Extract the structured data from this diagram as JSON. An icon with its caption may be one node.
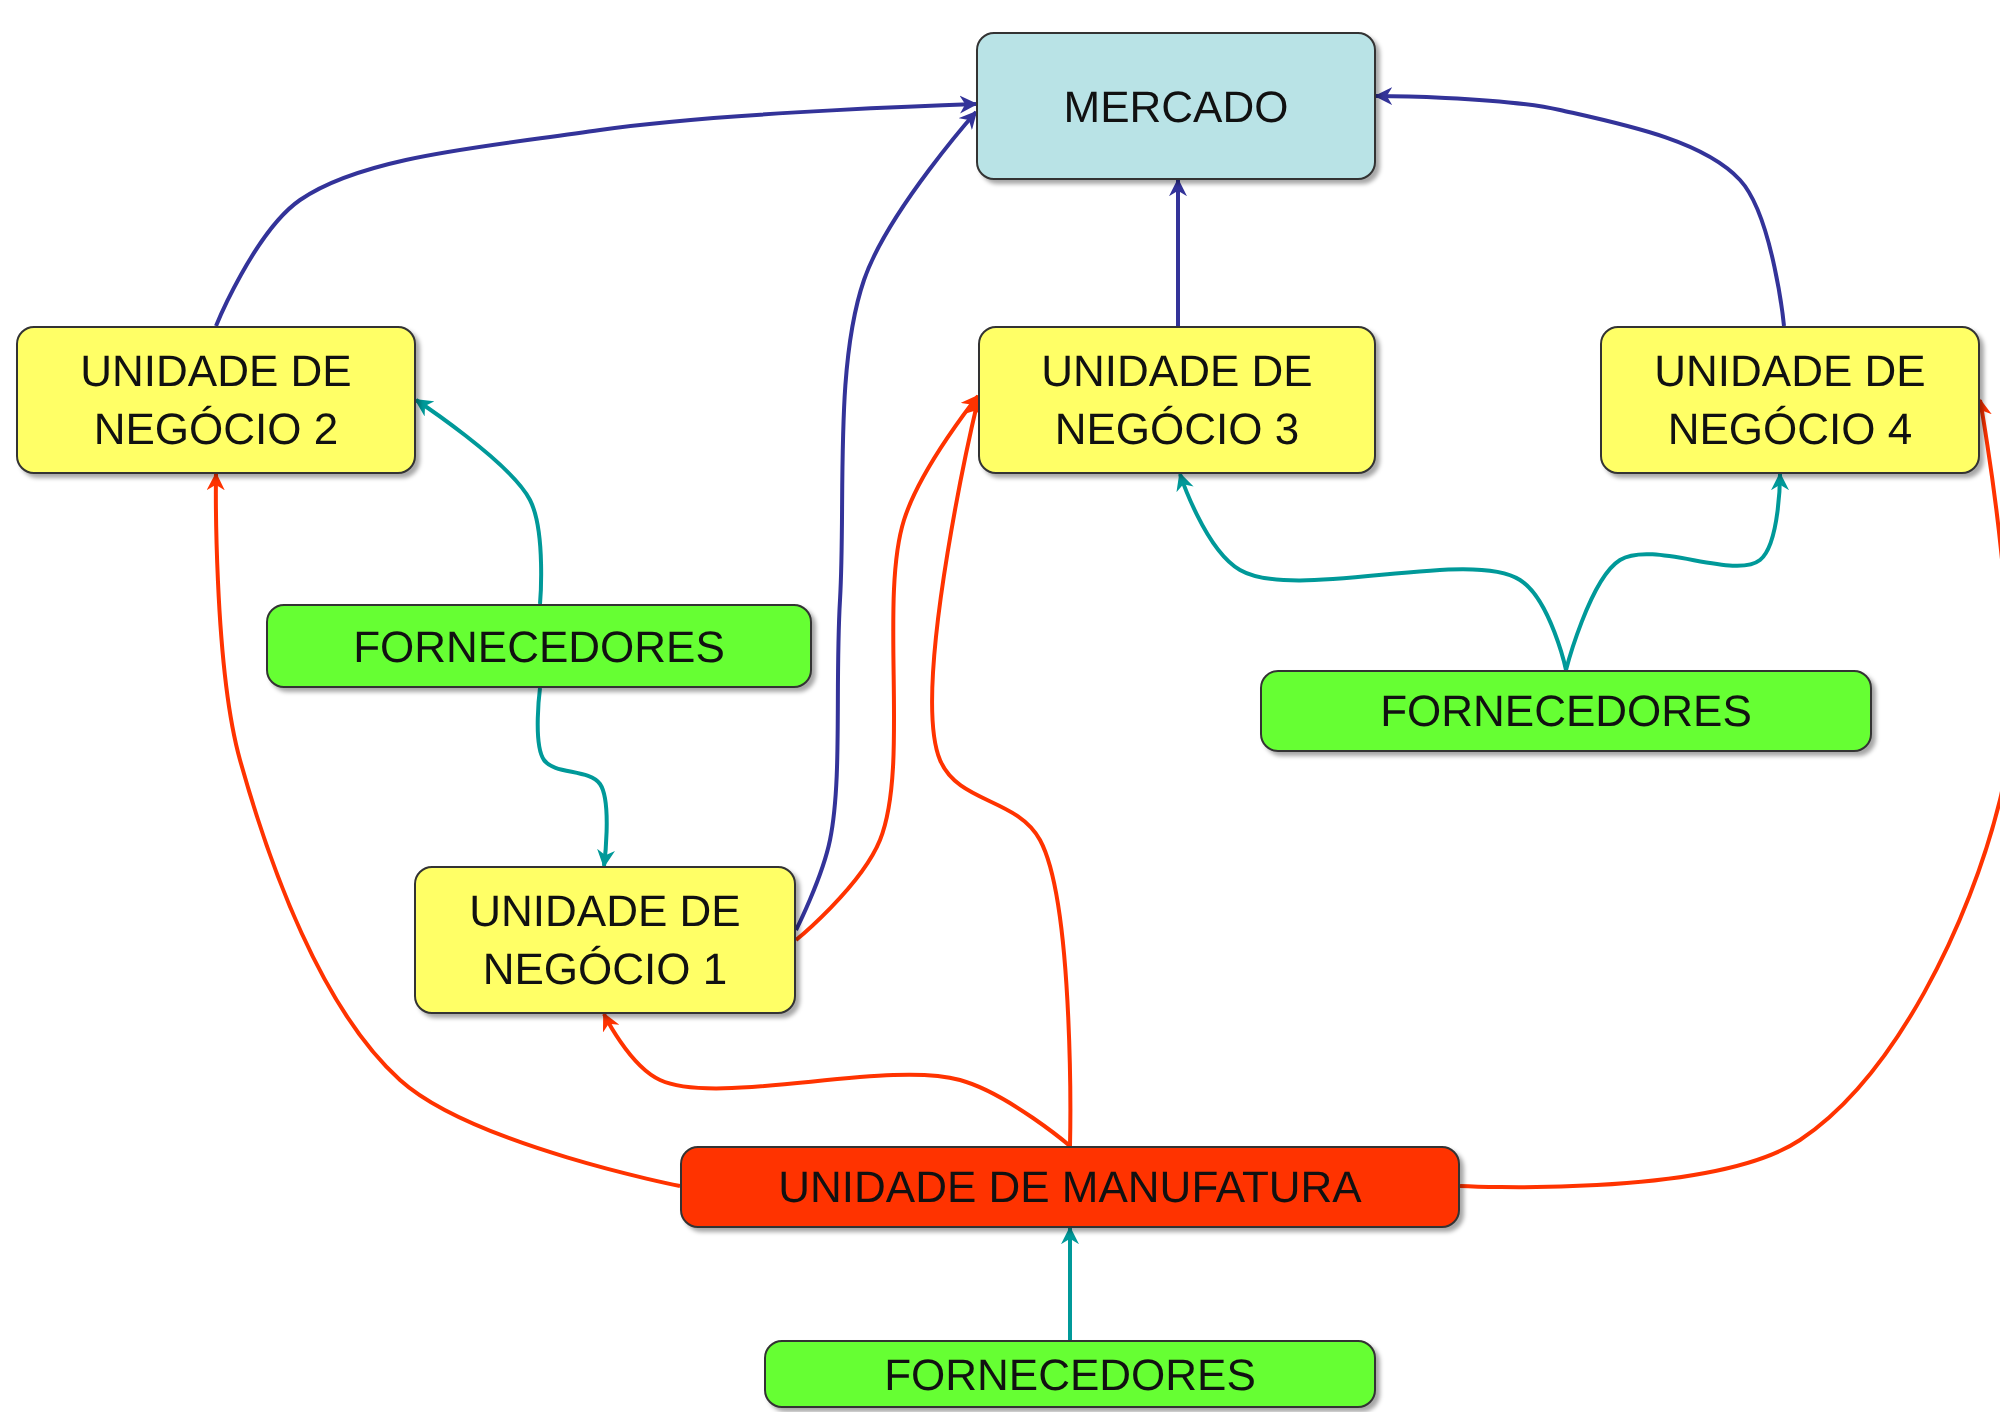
{
  "diagram": {
    "nodes": [
      {
        "text": [
          "MERCADO"
        ]
      },
      {
        "text": [
          "UNIDADE DE NEGÓCIO 2"
        ]
      },
      {
        "text": [
          "UNIDADE DE NEGÓCIO 3"
        ]
      },
      {
        "text": [
          "UNIDADE DE NEGÓCIO 4"
        ]
      },
      {
        "text": [
          "FORNECEDORES"
        ]
      },
      {
        "text": [
          "FORNECEDORES"
        ]
      },
      {
        "text": [
          "UNIDADE DE NEGÓCIO 1"
        ]
      },
      {
        "text": [
          "UNIDADE DE MANUFATURA"
        ]
      },
      {
        "text": [
          "FORNECEDORES"
        ]
      }
    ],
    "edges": [
      {
        "from": 1,
        "to": 0,
        "arrow": "to",
        "color": "#333399"
      },
      {
        "from": 6,
        "to": 0,
        "arrow": "to",
        "color": "#333399"
      },
      {
        "from": 2,
        "to": 0,
        "arrow": "to",
        "color": "#333399"
      },
      {
        "from": 3,
        "to": 0,
        "arrow": "to",
        "color": "#333399"
      },
      {
        "from": 4,
        "to": 1,
        "arrow": "to",
        "color": "#009999"
      },
      {
        "from": 4,
        "to": 6,
        "arrow": "to",
        "color": "#009999"
      },
      {
        "from": 5,
        "to": 2,
        "arrow": "to",
        "color": "#009999"
      },
      {
        "from": 5,
        "to": 3,
        "arrow": "to",
        "color": "#009999"
      },
      {
        "from": 8,
        "to": 7,
        "arrow": "to",
        "color": "#009999"
      },
      {
        "from": 7,
        "to": 1,
        "arrow": "to",
        "color": "#ff3300"
      },
      {
        "from": 7,
        "to": 6,
        "arrow": "to",
        "color": "#ff3300"
      },
      {
        "from": 7,
        "to": 2,
        "arrow": "to",
        "color": "#ff3300"
      },
      {
        "from": 6,
        "to": 2,
        "arrow": "to",
        "color": "#ff3300"
      },
      {
        "from": 7,
        "to": 3,
        "arrow": "to",
        "color": "#ff3300"
      }
    ]
  }
}
